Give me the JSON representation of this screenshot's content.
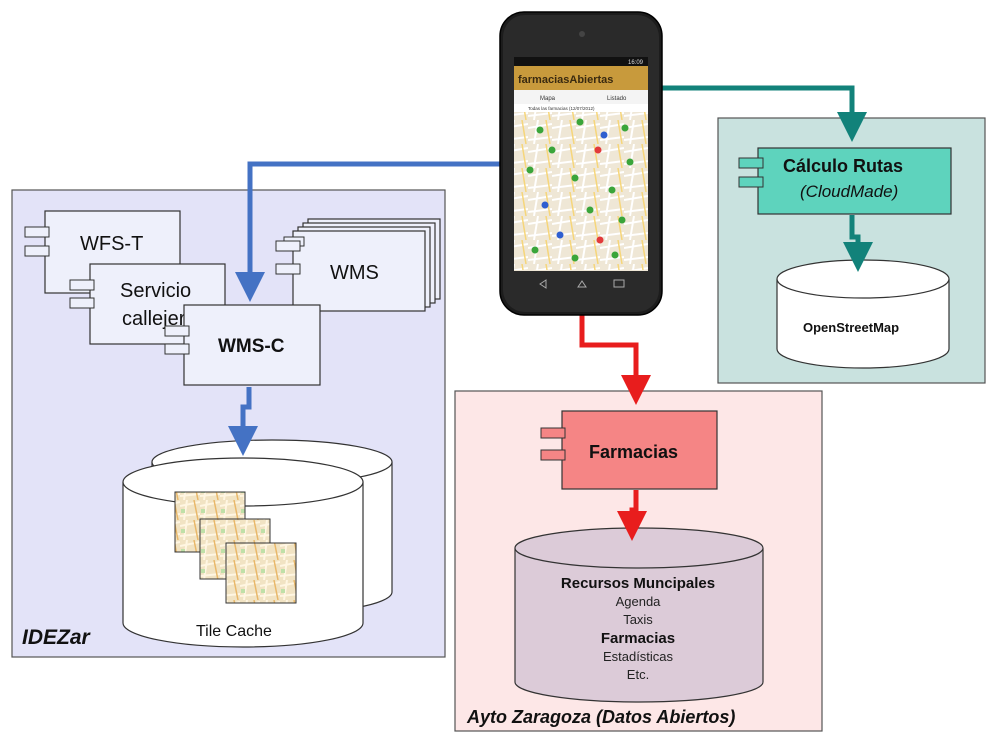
{
  "idezar": {
    "label": "IDEZar",
    "wfs_label": "WFS-T",
    "servicio_line1": "Servicio",
    "servicio_line2": "callejero",
    "wms_label": "WMS",
    "wmsc_label": "WMS-C",
    "tile_cache_label": "Tile Cache"
  },
  "phone": {
    "status_time": "16:09",
    "app_title": "farmaciasAbiertas",
    "tabs": [
      "Mapa",
      "Listado"
    ],
    "subtitle": "Todas las farmacias (12/07/2012)"
  },
  "routing": {
    "component_title": "Cálculo Rutas",
    "component_subtitle": "(CloudMade)",
    "db_label": "OpenStreetMap"
  },
  "ayto": {
    "label": "Ayto Zaragoza (Datos Abiertos)",
    "component_title": "Farmacias",
    "db_title": "Recursos Muncipales",
    "db_items": [
      "Agenda",
      "Taxis",
      "Farmacias",
      "Estadísticas",
      "Etc."
    ]
  },
  "colors": {
    "idezar_bg": "#e3e3f8",
    "idezar_arrow": "#4472c4",
    "routing_bg": "#c9e2df",
    "routing_arrow": "#12827a",
    "routing_component": "#5ed3bd",
    "ayto_bg": "#fde7e7",
    "ayto_arrow": "#e81d1d",
    "ayto_component": "#f58585",
    "ayto_db": "#dccbd8"
  }
}
